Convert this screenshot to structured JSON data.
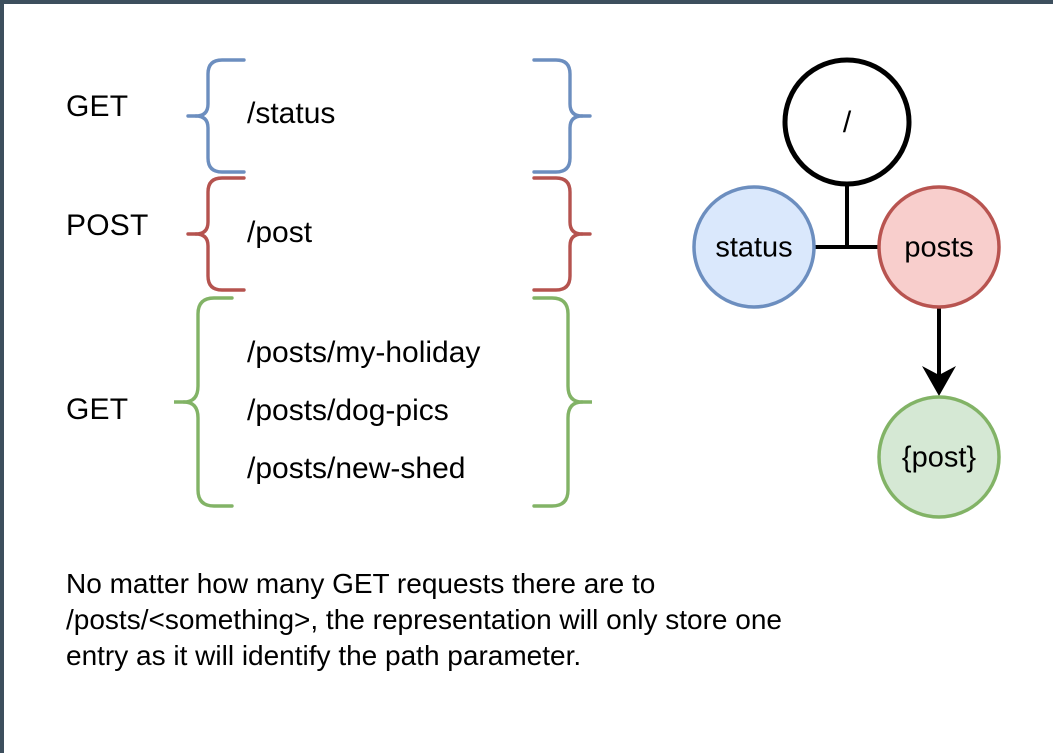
{
  "figure": {
    "title": "API route grouping and path-parameter collapsing diagram",
    "background_color": "#ffffff",
    "border_color": "#3d4f5d"
  },
  "route_groups": [
    {
      "method": "GET",
      "color": "#6c8ebf",
      "paths": [
        "/status"
      ]
    },
    {
      "method": "POST",
      "color": "#b5534f",
      "paths": [
        "/post"
      ]
    },
    {
      "method": "GET",
      "color": "#82b366",
      "paths": [
        "/posts/my-holiday",
        "/posts/dog-pics",
        "/posts/new-shed"
      ]
    }
  ],
  "graph": {
    "nodes": [
      {
        "id": "root",
        "label": "/",
        "fill": "#ffffff",
        "stroke": "#000000"
      },
      {
        "id": "status",
        "label": "status",
        "fill": "#dae8fc",
        "stroke": "#6c8ebf"
      },
      {
        "id": "posts",
        "label": "posts",
        "fill": "#f8cecc",
        "stroke": "#b85450"
      },
      {
        "id": "post",
        "label": "{post}",
        "fill": "#d5e8d4",
        "stroke": "#82b366"
      }
    ],
    "edges": [
      {
        "from": "root",
        "to": "status",
        "arrow": false
      },
      {
        "from": "root",
        "to": "posts",
        "arrow": false
      },
      {
        "from": "posts",
        "to": "post",
        "arrow": true
      }
    ]
  },
  "caption": {
    "line1": "No matter how many GET requests there are to",
    "line2": "/posts/<something>, the representation will only store one",
    "line3": "entry as it will identify the path parameter."
  }
}
